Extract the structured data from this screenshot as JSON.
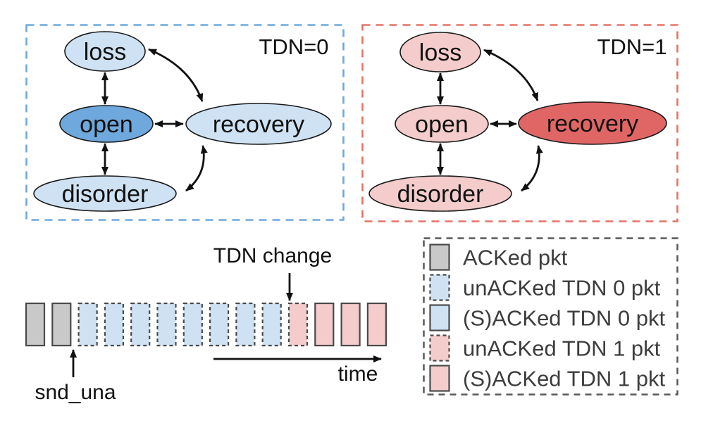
{
  "colors": {
    "tdn0_box_border": "#6fa8dc",
    "tdn1_box_border": "#e57368",
    "legend_box_border": "#595959",
    "outline_color": "#1a1a1a",
    "arrow_color": "#111111",
    "state_fill_blue_light": "#cfe2f3",
    "state_fill_blue_active": "#6fa8dc",
    "state_fill_pink_light": "#f4cccc",
    "state_fill_red_active": "#e06666",
    "packet_gray_fill": "#c9c9c9",
    "packet_blue_fill": "#cfe2f3",
    "packet_pink_fill": "#f4cccc",
    "packet_border": "#4a4a4a"
  },
  "diagrams": [
    {
      "title": "TDN=0",
      "active_state": "open",
      "states": {
        "loss": "loss",
        "open": "open",
        "recovery": "recovery",
        "disorder": "disorder"
      }
    },
    {
      "title": "TDN=1",
      "active_state": "recovery",
      "states": {
        "loss": "loss",
        "open": "open",
        "recovery": "recovery",
        "disorder": "disorder"
      }
    }
  ],
  "timeline": {
    "packets": [
      "acked",
      "acked",
      "unacked_tdn0",
      "unacked_tdn0",
      "unacked_tdn0",
      "unacked_tdn0",
      "unacked_tdn0",
      "unacked_tdn0",
      "unacked_tdn0",
      "unacked_tdn0",
      "unacked_tdn1",
      "sacked_tdn1",
      "sacked_tdn1",
      "sacked_tdn1"
    ],
    "snd_una_label": "snd_una",
    "tdn_change_label": "TDN change",
    "time_label": "time"
  },
  "legend": {
    "items": [
      {
        "type": "acked",
        "style": "solid",
        "fill": "#c9c9c9",
        "label": "ACKed pkt"
      },
      {
        "type": "unacked_tdn0",
        "style": "dashed",
        "fill": "#cfe2f3",
        "label": "unACKed TDN 0 pkt"
      },
      {
        "type": "sacked_tdn0",
        "style": "solid",
        "fill": "#cfe2f3",
        "label": "(S)ACKed TDN 0 pkt"
      },
      {
        "type": "unacked_tdn1",
        "style": "dashed",
        "fill": "#f4cccc",
        "label": "unACKed TDN 1 pkt"
      },
      {
        "type": "sacked_tdn1",
        "style": "solid",
        "fill": "#f4cccc",
        "label": "(S)ACKed TDN 1 pkt"
      }
    ]
  }
}
